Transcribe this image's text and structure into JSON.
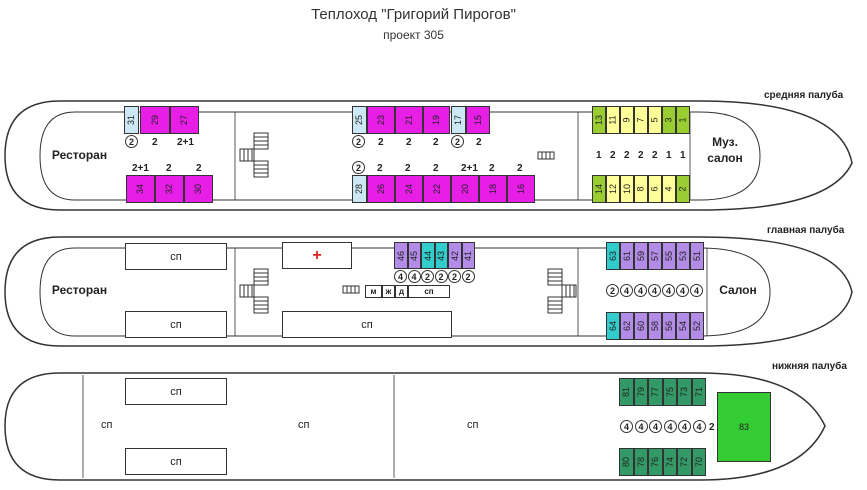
{
  "title": "Теплоход \"Григорий Пирогов\"",
  "subtitle": "проект 305",
  "colors": {
    "magenta": "#e61ee6",
    "light_blue": "#cce8f4",
    "olive": "#9acd32",
    "yellow": "#ffff99",
    "lavender": "#b28ce6",
    "cyan": "#33cccc",
    "dark_green": "#339966",
    "bright_green": "#33cc33",
    "red_cross": "#dd2222"
  },
  "decks": {
    "middle": {
      "label": "средняя палуба",
      "restaurant": "Ресторан",
      "salon": "Муз. салон",
      "salon_line1": "Муз.",
      "salon_line2": "салон",
      "aft_top_cabins": [
        "31",
        "29",
        "27"
      ],
      "aft_top_berths": [
        "2",
        "2",
        "2+1"
      ],
      "aft_bottom_cabins": [
        "34",
        "32",
        "30"
      ],
      "aft_bottom_berths": [
        "2+1",
        "2",
        "2"
      ],
      "mid_top_cabins": [
        "25",
        "23",
        "21",
        "19",
        "17",
        "15"
      ],
      "mid_top_berths": [
        "2",
        "2",
        "2",
        "2",
        "2",
        "2"
      ],
      "mid_bottom_cabins": [
        "28",
        "26",
        "24",
        "22",
        "20",
        "18",
        "16"
      ],
      "mid_bottom_berths": [
        "2",
        "2",
        "2",
        "2",
        "2+1",
        "2",
        "2"
      ],
      "bow_top_cabins": [
        "13",
        "11",
        "9",
        "7",
        "5",
        "3",
        "1"
      ],
      "bow_bottom_cabins": [
        "14",
        "12",
        "10",
        "8",
        "6",
        "4",
        "2"
      ],
      "bow_berths": [
        "1",
        "2",
        "2",
        "2",
        "2",
        "1",
        "1"
      ]
    },
    "main": {
      "label": "главная палуба",
      "restaurant": "Ресторан",
      "salon": "Салон",
      "sp": "сп",
      "medical": "+",
      "mid_cabins": [
        "46",
        "45",
        "44",
        "43",
        "42",
        "41"
      ],
      "mid_berths": [
        "4",
        "4",
        "2",
        "2",
        "2",
        "2"
      ],
      "service": [
        "м",
        "ж",
        "д",
        "сп"
      ],
      "bow_top_cabins": [
        "63",
        "61",
        "59",
        "57",
        "55",
        "53",
        "51"
      ],
      "bow_bottom_cabins": [
        "64",
        "62",
        "60",
        "58",
        "56",
        "54",
        "52"
      ],
      "bow_berths": [
        "2",
        "4",
        "4",
        "4",
        "4",
        "4",
        "4"
      ]
    },
    "lower": {
      "label": "нижняя палуба",
      "sp": "сп",
      "bow_top_cabins": [
        "81",
        "79",
        "77",
        "75",
        "73",
        "71"
      ],
      "bow_bottom_cabins": [
        "80",
        "78",
        "76",
        "74",
        "72",
        "70"
      ],
      "bow_berths": [
        "4",
        "4",
        "4",
        "4",
        "4",
        "4",
        "2"
      ],
      "big_cabin": "83"
    }
  }
}
